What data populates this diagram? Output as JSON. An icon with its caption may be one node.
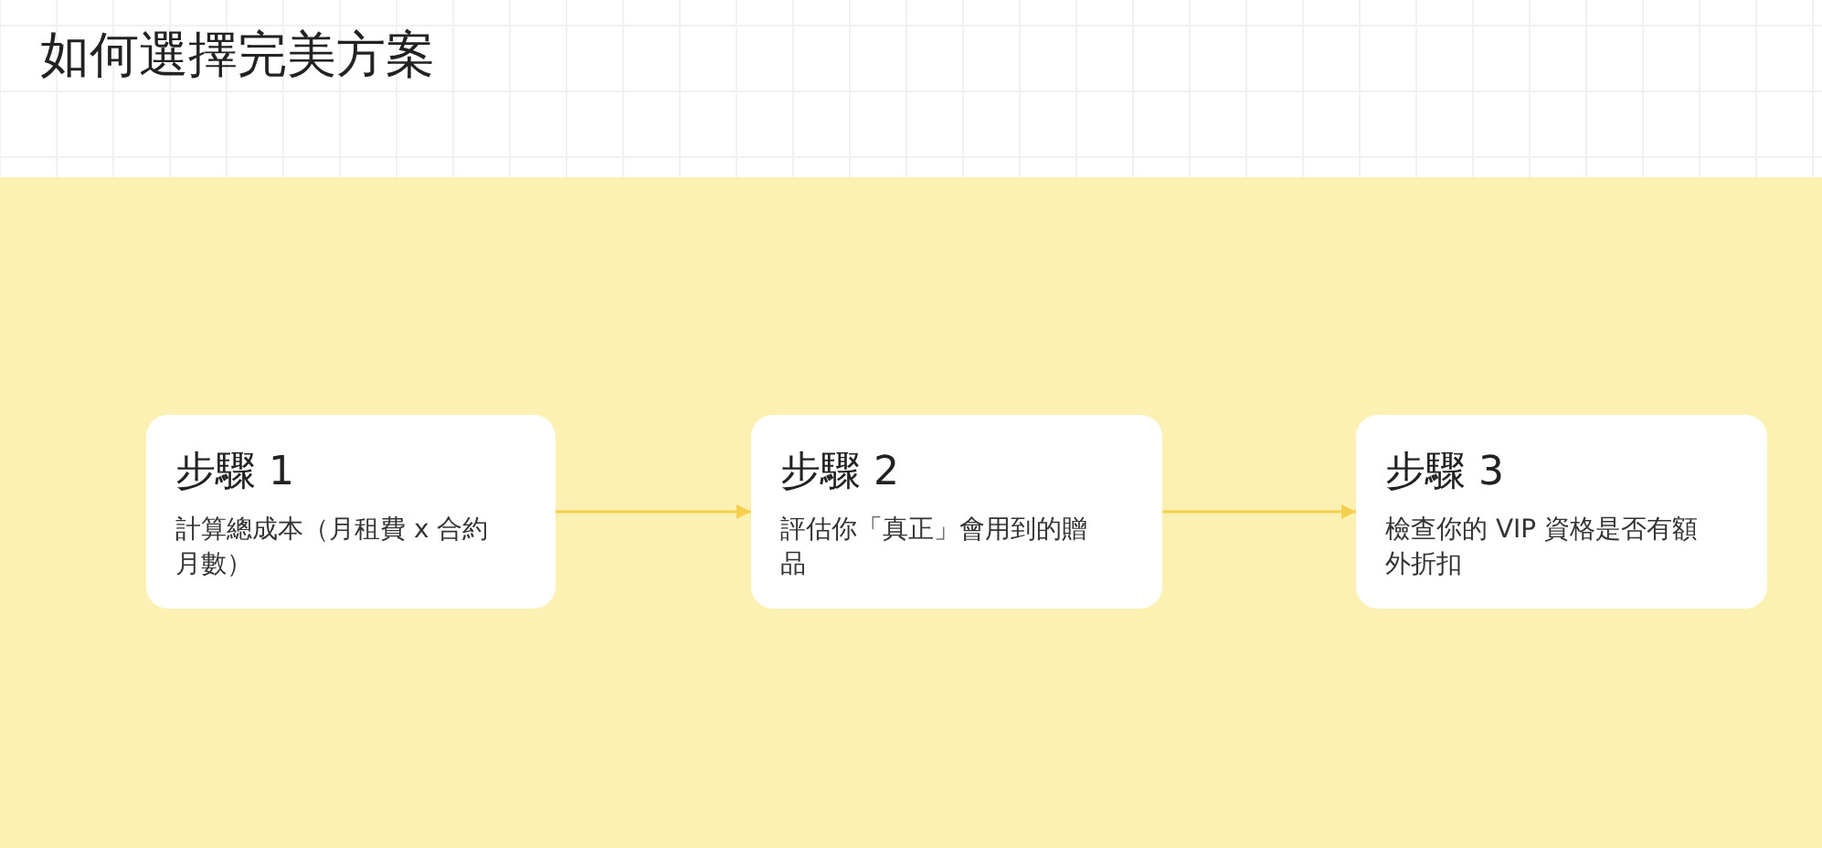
{
  "diagram": {
    "title": "如何選擇完美方案",
    "nodes": [
      {
        "text": [
          "步驟 1",
          "計算總成本（月租費 x 合約月數）"
        ]
      },
      {
        "text": [
          "步驟 2",
          "評估你「真正」會用到的贈品"
        ]
      },
      {
        "text": [
          "步驟 3",
          "檢查你的 VIP 資格是否有額外折扣"
        ]
      }
    ],
    "edges": [
      {
        "from": 0,
        "to": 1,
        "arrow": "to"
      },
      {
        "from": 1,
        "to": 2,
        "arrow": "to"
      }
    ]
  }
}
